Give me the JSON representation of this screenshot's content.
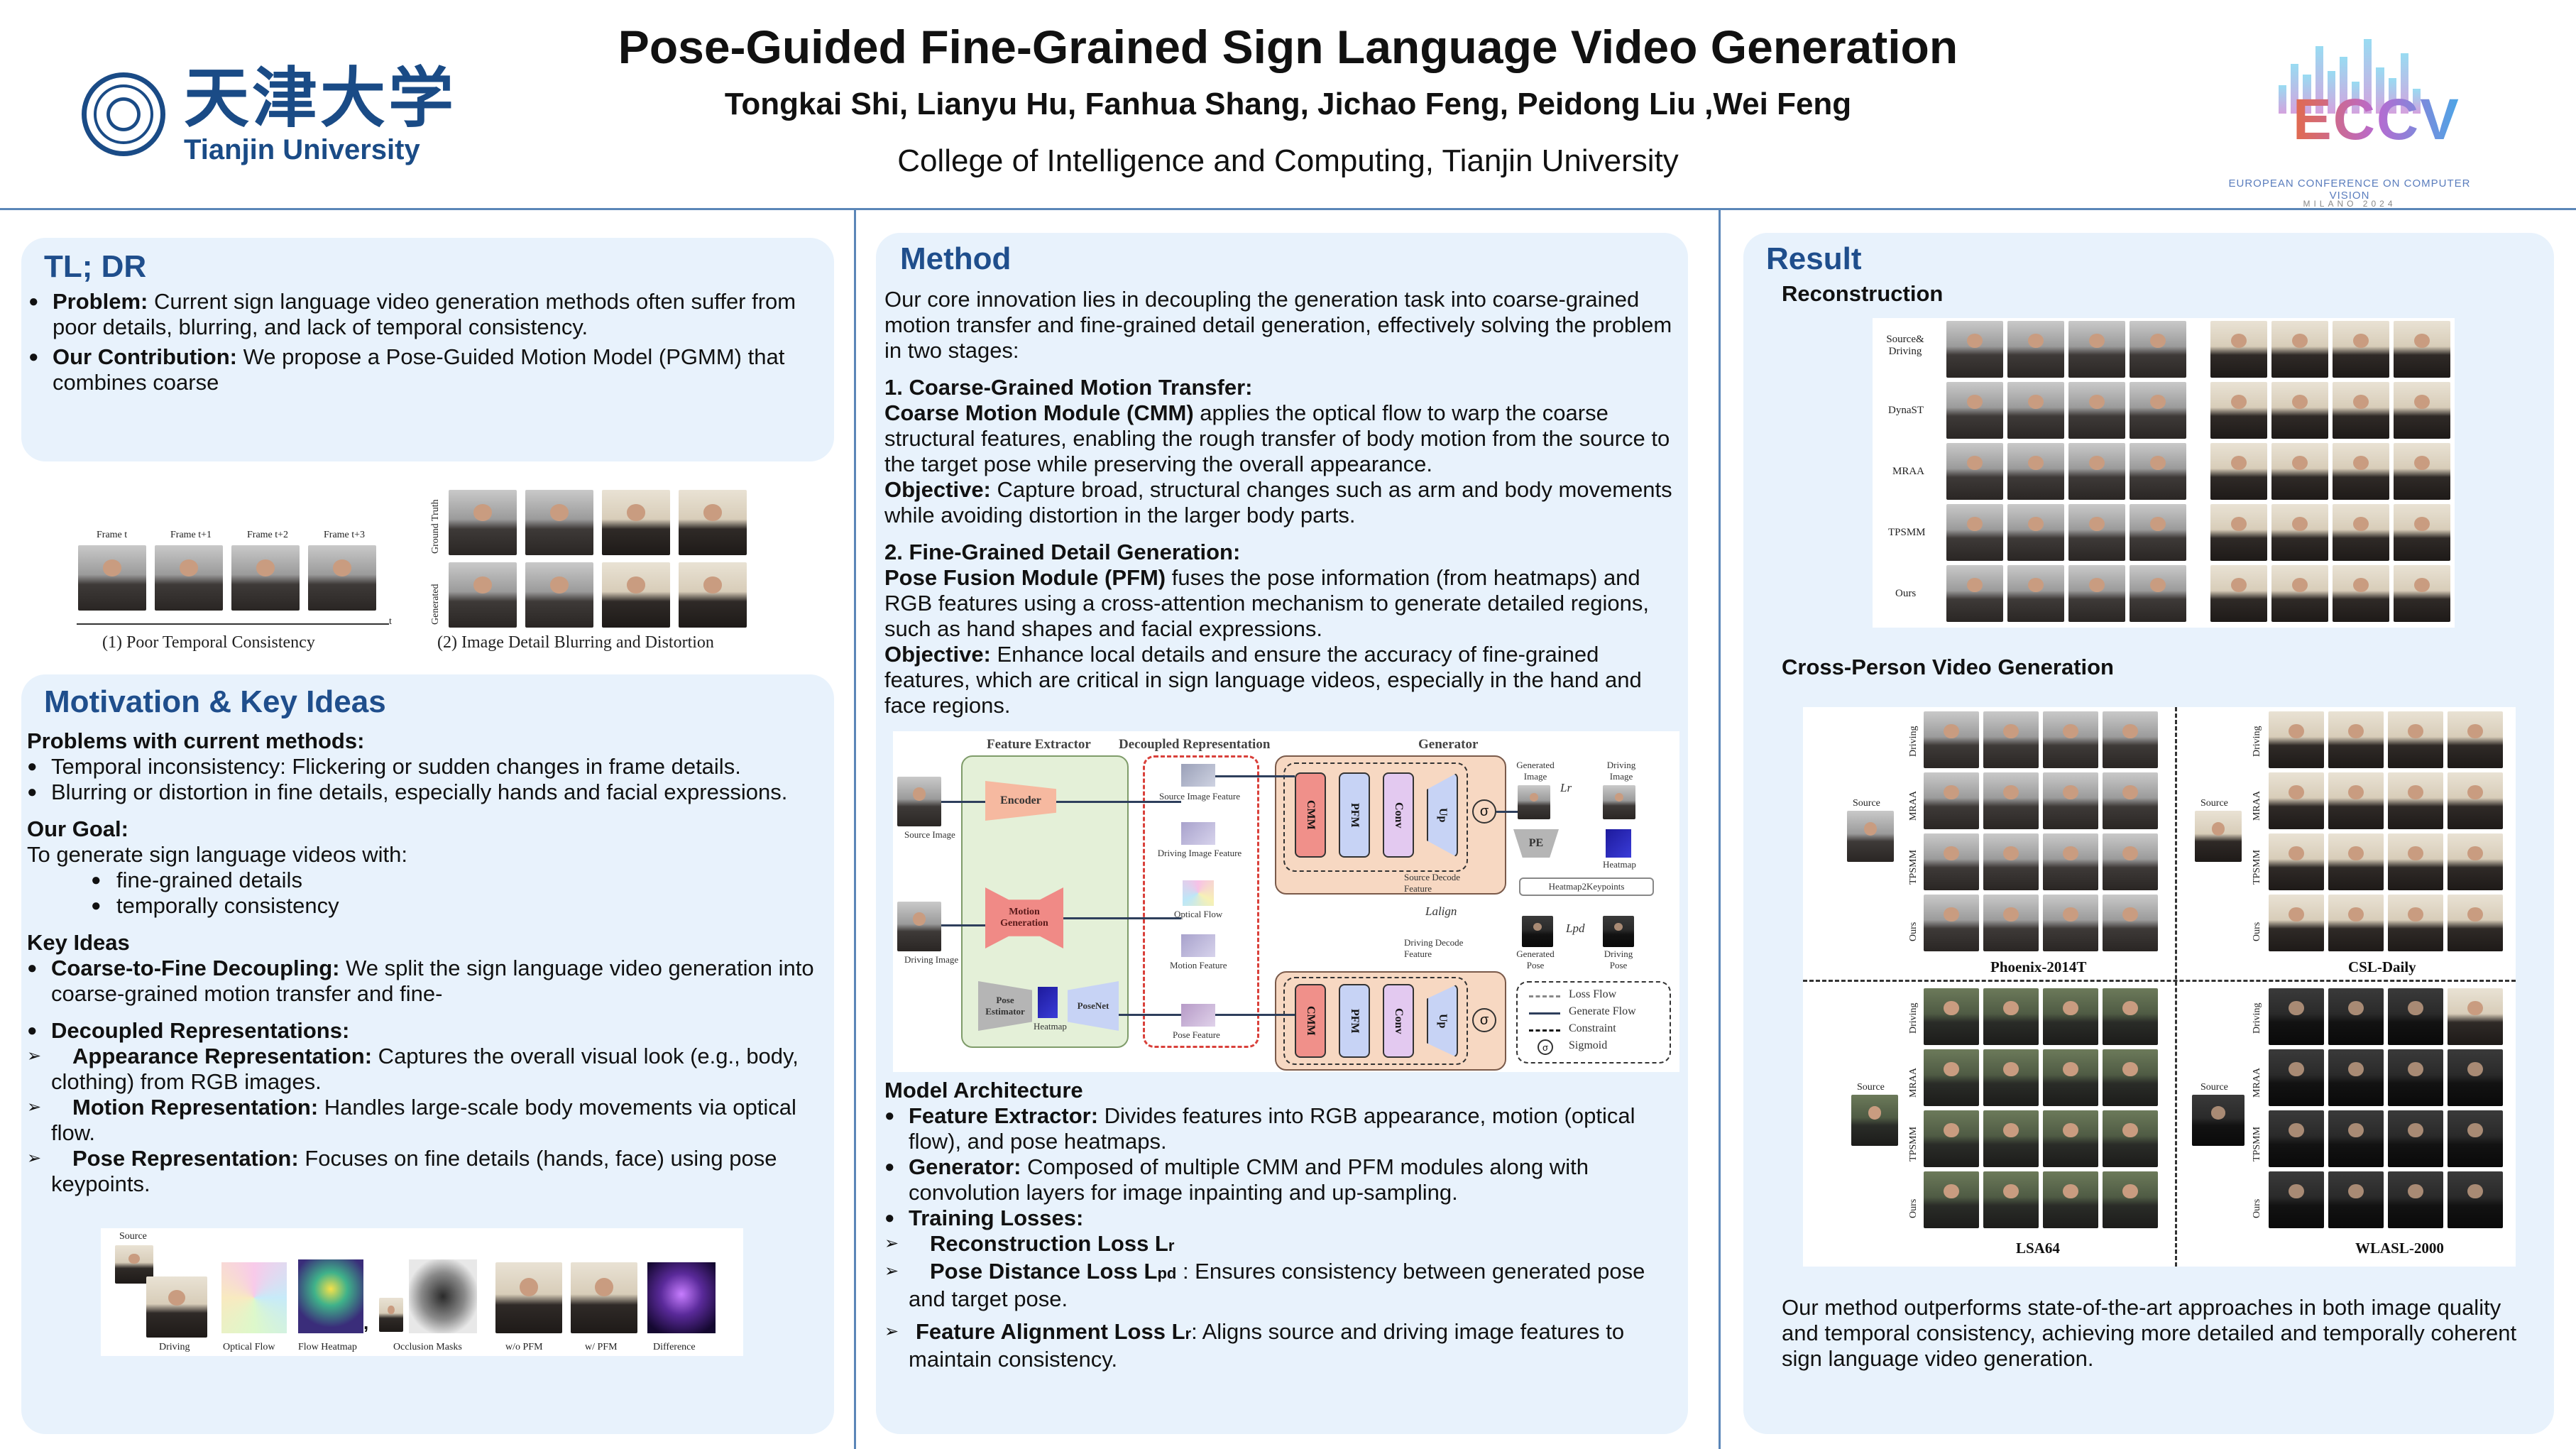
{
  "header": {
    "title": "Pose-Guided Fine-Grained Sign Language Video Generation",
    "authors": "Tongkai Shi, Lianyu Hu, Fanhua Shang, Jichao Feng, Peidong Liu ,Wei Feng",
    "affiliation": "College of Intelligence and Computing, Tianjin University",
    "university_cn": "天津大学",
    "university_en": "Tianjin University",
    "conference_word": "ECCV",
    "conference_full": "EUROPEAN CONFERENCE ON COMPUTER VISION",
    "conference_city": "MILANO 2024"
  },
  "tldr": {
    "title": "TL; DR",
    "problem_label": "Problem:",
    "problem_text": " Current sign language video generation methods often suffer from poor details, blurring, and lack of temporal consistency.",
    "contribution_label": "Our Contribution:",
    "contribution_text": " We propose a Pose-Guided Motion Model (PGMM) that combines coarse"
  },
  "problem_figure": {
    "frames": [
      "Frame t",
      "Frame t+1",
      "Frame t+2",
      "Frame t+3"
    ],
    "time_axis": "t",
    "caption1": "(1) Poor Temporal Consistency",
    "caption2": "(2) Image Detail Blurring and Distortion",
    "row_labels": [
      "Ground Truth",
      "Generated"
    ]
  },
  "motivation": {
    "title": "Motivation & Key Ideas",
    "problems_heading": "Problems with current methods:",
    "problems": [
      "Temporal inconsistency: Flickering or sudden changes in frame details.",
      "Blurring or distortion in fine details, especially hands and facial expressions."
    ],
    "goal_heading": "Our Goal:",
    "goal_intro": "To generate sign language videos with:",
    "goal_items": [
      "fine-grained details",
      "temporally consistency"
    ],
    "key_heading": "Key Ideas",
    "decoupling_label": "Coarse-to-Fine Decoupling:",
    "decoupling_text": " We split the sign language video generation into coarse-grained motion transfer and fine-",
    "decoupled_label": "Decoupled Representations:",
    "appearance_label": "Appearance Representation:",
    "appearance_text": " Captures the overall visual look (e.g., body, clothing) from RGB images.",
    "motion_label": "Motion Representation:",
    "motion_text": " Handles large-scale body movements via optical flow.",
    "pose_label": "Pose Representation:",
    "pose_text": " Focuses on fine details (hands, face) using pose keypoints."
  },
  "motivation_figure": {
    "source": "Source",
    "labels": [
      "Driving",
      "Optical Flow",
      "Flow Heatmap",
      "Occlusion Masks",
      "w/o PFM",
      "w/ PFM",
      "Difference"
    ]
  },
  "method": {
    "title": "Method",
    "intro": "Our core innovation lies in decoupling the generation task into coarse-grained motion transfer and fine-grained detail generation, effectively solving the problem in two stages:",
    "stage1_heading": "1. Coarse-Grained Motion Transfer:",
    "stage1_label": "Coarse Motion Module (CMM)",
    "stage1_text": " applies the optical flow to warp the coarse structural features, enabling the rough transfer of body motion from the source to the target pose while preserving the overall appearance.",
    "stage1_obj_label": "Objective:",
    "stage1_obj_text": " Capture broad, structural changes such as arm and body movements while avoiding distortion in the larger body parts.",
    "stage2_heading": "2. Fine-Grained Detail Generation:",
    "stage2_label": "Pose Fusion Module (PFM)",
    "stage2_text": " fuses the pose information (from heatmaps) and RGB features using a cross-attention mechanism to generate detailed regions, such as hand shapes and facial expressions.",
    "stage2_obj_label": "Objective:",
    "stage2_obj_text": " Enhance local details and ensure the accuracy of fine-grained features, which are critical in sign language videos, especially in the hand and face regions.",
    "arch_heading": "Model Architecture",
    "fe_label": "Feature Extractor:",
    "fe_text": " Divides features into RGB appearance, motion (optical flow), and pose heatmaps.",
    "gen_label": "Generator:",
    "gen_text": " Composed of multiple CMM and PFM modules along with convolution layers for image inpainting and up-sampling.",
    "loss_label": "Training Losses:",
    "loss1_label": "Reconstruction Loss L",
    "loss1_sub": "r",
    "loss2_label": "Pose Distance Loss L",
    "loss2_sub": "pd",
    "loss2_text": " : Ensures consistency between generated pose and target pose.",
    "loss3_label": "Feature Alignment Loss L",
    "loss3_sub": "r",
    "loss3_text": ": Aligns source and driving image features to maintain consistency."
  },
  "arch": {
    "feature_extractor": "Feature Extractor",
    "decoupled": "Decoupled Representation",
    "generator": "Generator",
    "encoder": "Encoder",
    "motion_generation": "Motion Generation",
    "pose_estimator": "Pose Estimator",
    "posenet": "PoseNet",
    "heatmap": "Heatmap",
    "source_image": "Source Image",
    "driving_image": "Driving Image",
    "source_image_feature": "Source Image Feature",
    "driving_image_feature": "Driving Image Feature",
    "optical_flow": "Optical Flow",
    "motion_feature": "Motion Feature",
    "pose_feature": "Pose Feature",
    "cmm": "CMM",
    "pfm": "PFM",
    "conv": "Conv",
    "up": "Up",
    "sigma": "σ",
    "generated_image": "Generated Image",
    "driving_image2": "Driving Image",
    "lr": "Lr",
    "pe": "PE",
    "heatmap2": "Heatmap",
    "heatmap2keypoints": "Heatmap2Keypoints",
    "source_decode": "Source Decode Feature",
    "driving_decode": "Driving Decode Feature",
    "lalign": "Lalign",
    "lpd": "Lpd",
    "generated_pose": "Generated Pose",
    "driving_pose": "Driving Pose",
    "legend": [
      "Loss Flow",
      "Generate Flow",
      "Constraint",
      "Sigmoid"
    ]
  },
  "result": {
    "title": "Result",
    "reconstruction": "Reconstruction",
    "recon_rows": [
      "Source& Driving",
      "DynaST",
      "MRAA",
      "TPSMM",
      "Ours"
    ],
    "cross_person": "Cross-Person Video Generation",
    "cross_rows": [
      "Driving",
      "MRAA",
      "TPSMM",
      "Ours"
    ],
    "source": "Source",
    "datasets": [
      "Phoenix-2014T",
      "CSL-Daily",
      "LSA64",
      "WLASL-2000"
    ],
    "conclusion": "Our method outperforms state-of-the-art approaches in both image quality and temporal consistency, achieving more detailed and temporally coherent sign language video generation."
  },
  "colors": {
    "panel_bg": "#e8f2fc",
    "heading_blue": "#1f4e8c",
    "divider": "#5b86b8",
    "tju_blue": "#1a4b86"
  }
}
